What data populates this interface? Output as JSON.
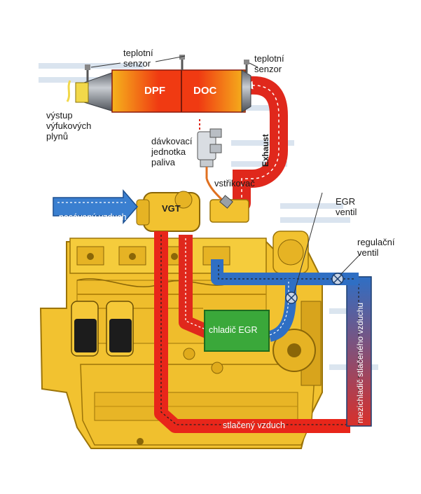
{
  "labels": {
    "temp_sensor_left": "teplotní\nsenzor",
    "temp_sensor_right": "teplotní\nsenzor",
    "exhaust_outlet": "výstup\nvýfukových\nplynů",
    "dpf": "DPF",
    "doc": "DOC",
    "dosing_unit": "dávkovací\njednotka\npaliva",
    "injector": "vstřikovač",
    "exhaust": "Exhaust",
    "intake_air": "nasávaný vzduch",
    "vgt": "VGT",
    "egr_valve": "EGR\nventil",
    "control_valve": "regulační\nventil",
    "egr_cooler": "chladič EGR",
    "charge_air_cooler": "mezichladič stlačeného vzduchu",
    "compressed_air": "stlačený vzduch"
  },
  "colors": {
    "engine": "#f2c230",
    "engine_dark": "#c9950f",
    "hot_pipe": "#e0281c",
    "cool_pipe": "#2f6fc4",
    "egr_cooler": "#3aa83a",
    "intake_arrow": "#3a7fd0",
    "filter_hot": "#f03a12",
    "filter_warm": "#f5b31c",
    "metal": "#8c9198"
  }
}
